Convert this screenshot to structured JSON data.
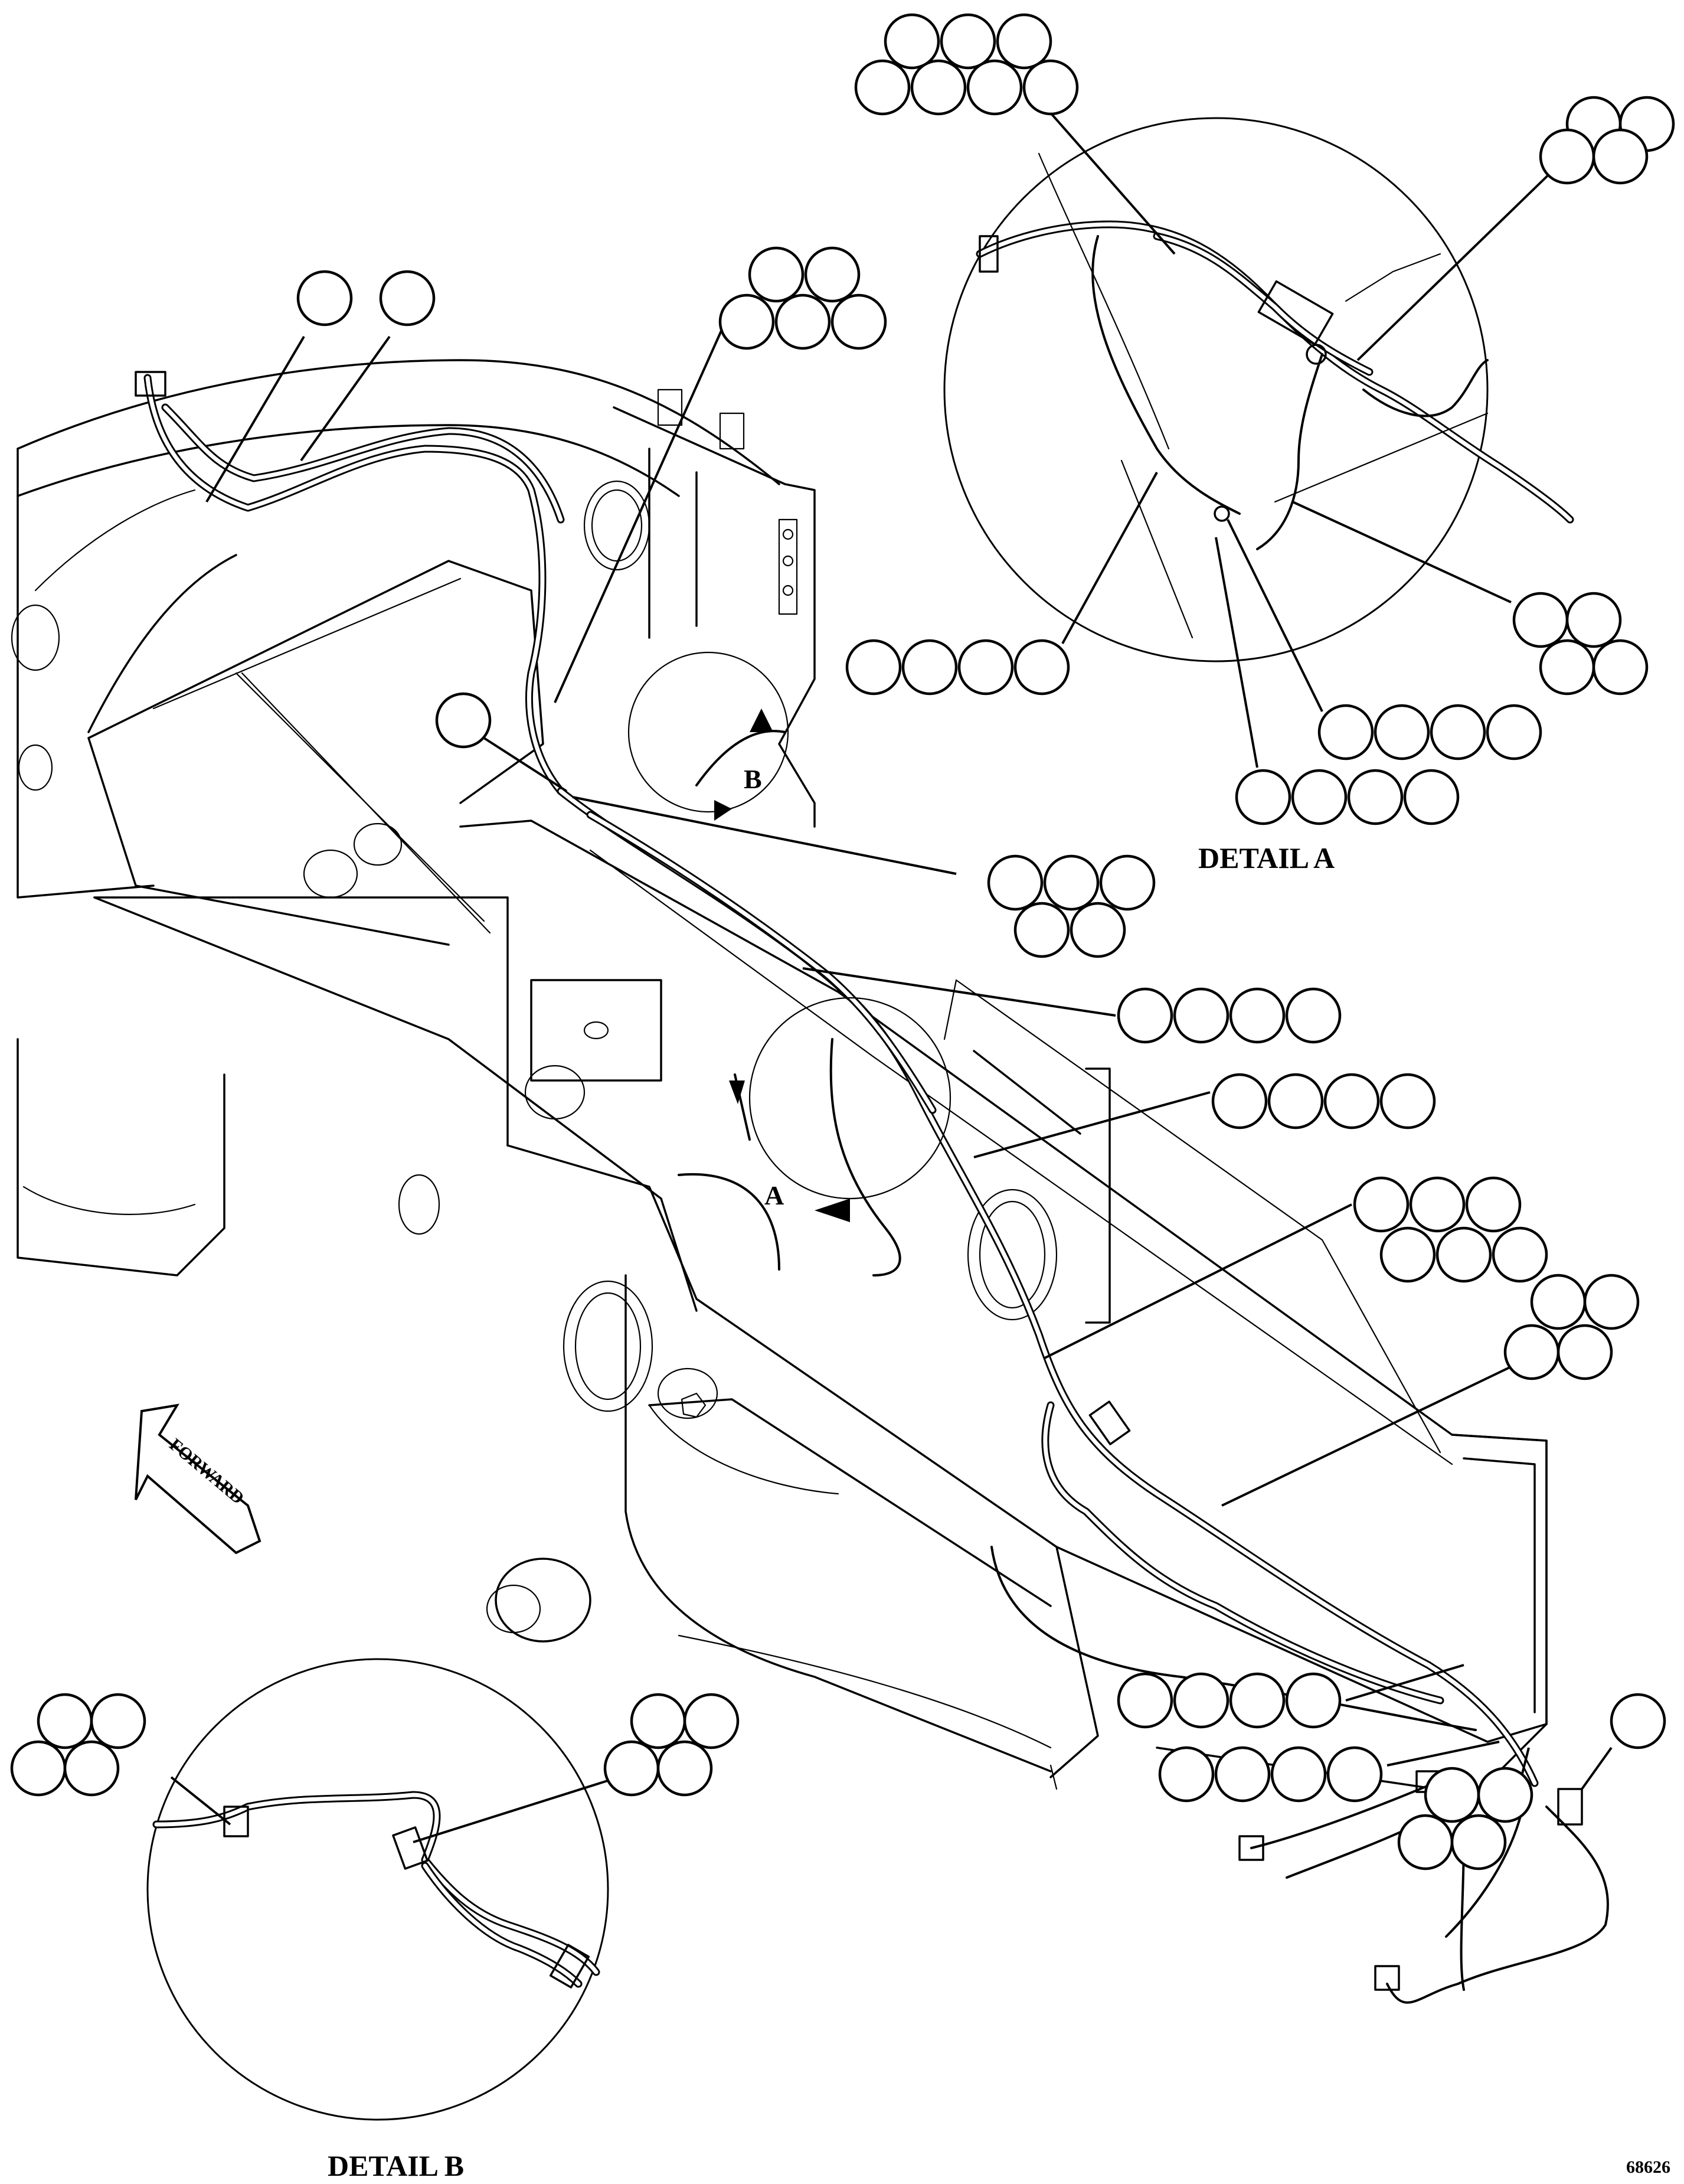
{
  "drawing": {
    "labels": {
      "detail_a_title": "DETAIL A",
      "detail_b_title": "DETAIL B",
      "callout_a": "A",
      "callout_b": "B",
      "forward": "FORWARD",
      "drawing_number": "68626"
    },
    "balloon_groups": [
      {
        "id": "g-top-detail-a",
        "count": 7
      },
      {
        "id": "g-detail-a-upper-right",
        "count": 4
      },
      {
        "id": "g-detail-a-left-row",
        "count": 4
      },
      {
        "id": "g-detail-a-right-lower",
        "count": 4
      },
      {
        "id": "g-detail-a-bottom-row-1",
        "count": 4
      },
      {
        "id": "g-detail-a-bottom-row-2",
        "count": 4
      },
      {
        "id": "g-top-left-single-1",
        "count": 1
      },
      {
        "id": "g-top-left-single-2",
        "count": 1
      },
      {
        "id": "g-upper-center",
        "count": 5
      },
      {
        "id": "g-left-single",
        "count": 1
      },
      {
        "id": "g-center-5",
        "count": 5
      },
      {
        "id": "g-center-row-4a",
        "count": 4
      },
      {
        "id": "g-center-row-4b",
        "count": 4
      },
      {
        "id": "g-right-6",
        "count": 6
      },
      {
        "id": "g-right-4",
        "count": 4
      },
      {
        "id": "g-lower-right-row-1",
        "count": 4
      },
      {
        "id": "g-lower-right-row-2",
        "count": 4
      },
      {
        "id": "g-lower-right-4",
        "count": 4
      },
      {
        "id": "g-lower-right-single",
        "count": 1
      },
      {
        "id": "g-detail-b-left",
        "count": 4
      },
      {
        "id": "g-detail-b-right",
        "count": 4
      }
    ]
  }
}
